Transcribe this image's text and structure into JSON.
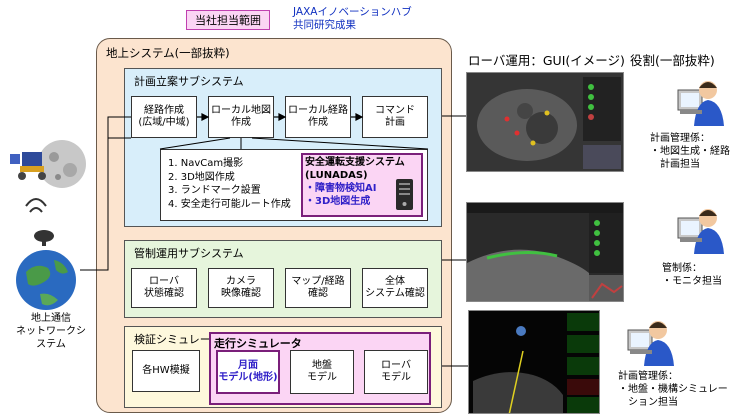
{
  "legend": {
    "scope_label": "当社担当範囲",
    "jaxa_label": "JAXAイノベーションハブ\n共同研究成果"
  },
  "ground_system": {
    "title": "地上システム(一部抜粋)",
    "planning": {
      "title": "計画立案サブシステム",
      "steps": [
        "経路作成\n(広域/中域)",
        "ローカル地図\n作成",
        "ローカル経路\n作成",
        "コマンド\n計画"
      ],
      "list_items": [
        "1. NavCam撮影",
        "2. 3D地図作成",
        "3. ランドマーク設置",
        "4. 安全走行可能ルート作成"
      ],
      "lunadas": {
        "title": "安全運転支援システム",
        "subtitle": "(LUNADAS)",
        "features": [
          "・障害物検知AI",
          "・3D地図生成"
        ]
      }
    },
    "operations": {
      "title": "管制運用サブシステム",
      "boxes": [
        "ローバ\n状態確認",
        "カメラ\n映像確認",
        "マップ/経路\n確認",
        "全体\nシステム確認"
      ]
    },
    "simulator": {
      "title": "検証シミュレータ",
      "hw_label": "各HW模擬",
      "driving_sim": {
        "title": "走行シミュレータ",
        "lunar_model": "月面\nモデル(地形)",
        "ground_model": "地盤\nモデル",
        "rover_model": "ローバ\nモデル"
      }
    }
  },
  "left_side": {
    "network_label": "地上通信\nネットワークシステム"
  },
  "right_side": {
    "gui_title": "ローバ運用：GUI(イメージ)",
    "roles_title": "役割(一部抜粋)",
    "roles": [
      "計画管理係：\n・地図生成・経路\n　計画担当",
      "管制係：\n・モニタ担当",
      "計画管理係：\n・地盤・機構シミュレー\n　ション担当"
    ]
  },
  "colors": {
    "scope_pink": "#fbd5f4",
    "scope_border": "#7a1f7a",
    "ground_bg": "#fce4cf",
    "planning_bg": "#d8eefa",
    "operations_bg": "#e6f5dc",
    "simulator_bg": "#fef8dc",
    "jaxa_blue": "#3020c8"
  }
}
